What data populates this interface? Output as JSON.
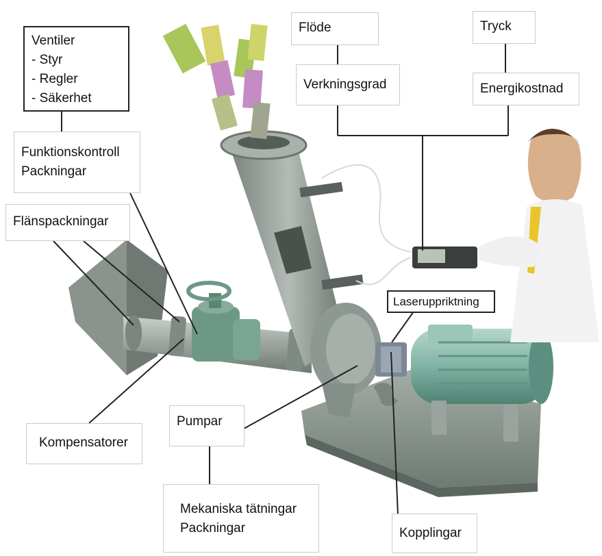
{
  "labels": {
    "ventiler": [
      "Ventiler",
      "- Styr",
      "- Regler",
      "- Säkerhet"
    ],
    "funktionskontroll": [
      "Funktionskontroll",
      "Packningar"
    ],
    "flanspackningar": "Flänspackningar",
    "kompensatorer": "Kompensatorer",
    "pumpar": "Pumpar",
    "mekaniska": [
      "Mekaniska tätningar",
      "Packningar"
    ],
    "kopplingar": "Kopplingar",
    "laseruppriktning": "Laseruppriktning",
    "flode": "Flöde",
    "verkningsgrad": "Verkningsgrad",
    "tryck": "Tryck",
    "energikostnad": "Energikostnad"
  },
  "colors": {
    "equipment": "#8f9a92",
    "motor": "#7fb3a4",
    "valve": "#6e9886",
    "base": "#8b9790",
    "banknote_pink": "#c48bc4",
    "banknote_green": "#a9c65a",
    "shirt": "#f2f2f2",
    "tie": "#e9c52a",
    "leader_line": "#222222"
  }
}
